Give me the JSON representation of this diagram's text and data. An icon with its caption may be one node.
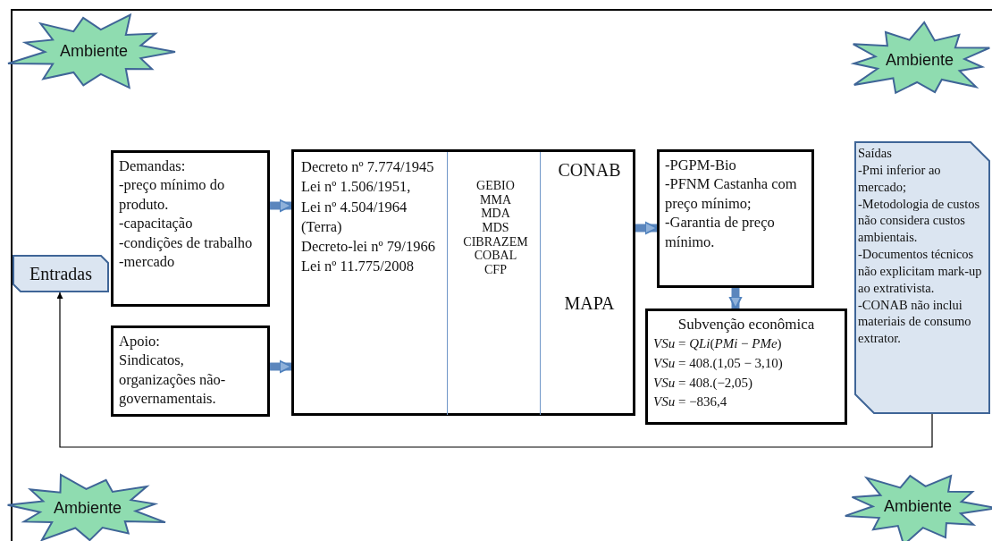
{
  "diagram": {
    "nodes": [
      {
        "text": [
          "Ambiente"
        ]
      },
      {
        "text": [
          "Ambiente"
        ]
      },
      {
        "text": [
          "Entradas"
        ]
      },
      {
        "text": [
          "Demandas:",
          "-preço mínimo do produto.",
          "-capacitação",
          "-condições de trabalho",
          "-mercado"
        ]
      },
      {
        "text": [
          "Apoio:",
          "Sindicatos, organizações não-governamentais."
        ]
      },
      {
        "text": [],
        "shape": "box"
      },
      {
        "text": [
          "Decreto nº 7.774/1945",
          "Lei nº 1.506/1951,",
          "Lei nº 4.504/1964 (Terra)",
          "Decreto-lei nº 79/1966",
          "Lei nº 11.775/2008"
        ],
        "in": 5
      },
      {
        "text": [
          "GEBIO",
          "MMA",
          "MDA",
          "MDS",
          "CIBRAZEM",
          "COBAL",
          "CFP"
        ],
        "in": 5
      },
      {
        "text": [
          "CONAB",
          "MAPA"
        ],
        "in": 5
      },
      {
        "text": [
          "-PGPM-Bio",
          "-PFNM Castanha com preço mínimo;",
          "-Garantia de preço mínimo."
        ]
      },
      {
        "text": [
          "Subvenção econômica",
          "*VSu* = *QLi*(*PMi* − *PMe*)",
          "*VSu* = 408.(1,05 − 3,10)",
          "*VSu* = 408.(−2,05)",
          "*VSu* = −836,4"
        ]
      },
      {
        "text": [
          "Saídas",
          "-Pmi inferior ao mercado;",
          "-Metodologia de custos não considera custos ambientais.",
          "-Documentos técnicos não explicitam mark-up ao extrativista.",
          "-CONAB não inclui materiais de consumo extrator."
        ]
      },
      {
        "text": [
          "Ambiente"
        ]
      },
      {
        "text": [
          "Ambiente"
        ]
      }
    ],
    "edges": [
      {
        "from": 3,
        "to": 5,
        "arrow": "to"
      },
      {
        "from": 4,
        "to": 5,
        "arrow": "to"
      },
      {
        "from": 5,
        "to": 9,
        "arrow": "to"
      },
      {
        "from": 9,
        "to": 10,
        "arrow": "to"
      },
      {
        "from": 11,
        "to": 2,
        "arrow": "to",
        "color": "#000000"
      }
    ]
  }
}
